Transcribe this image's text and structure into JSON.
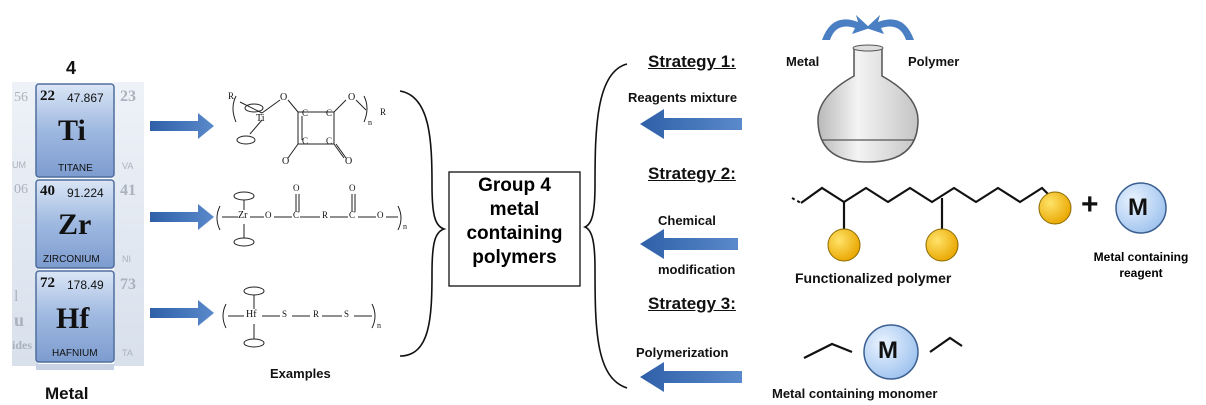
{
  "periodic_table": {
    "group_number": "4",
    "neighbors_left": [
      "56",
      "06",
      "l",
      "u",
      "ides",
      "UM"
    ],
    "neighbors_right": [
      "23",
      "41",
      "73",
      "VA",
      "NI",
      "TA"
    ],
    "elements": [
      {
        "number": "22",
        "mass": "47.867",
        "symbol": "Ti",
        "name": "TITANE"
      },
      {
        "number": "40",
        "mass": "91.224",
        "symbol": "Zr",
        "name": "ZIRCONIUM"
      },
      {
        "number": "72",
        "mass": "178.49",
        "symbol": "Hf",
        "name": "HAFNIUM"
      }
    ],
    "caption": "Metal"
  },
  "examples": {
    "caption": "Examples",
    "structure1": {
      "r": "R",
      "metal": "Ti",
      "o": "O",
      "c": "C"
    },
    "structure2": {
      "metal": "Zr",
      "o": "O",
      "c": "C",
      "r": "R"
    },
    "structure3": {
      "metal": "Hf",
      "s": "S",
      "r": "R"
    },
    "subscript": "n"
  },
  "center_box": {
    "lines": [
      "Group  4",
      "metal",
      "containing",
      "polymers"
    ]
  },
  "strategies": [
    {
      "title": "Strategy 1:",
      "arrow_label": "Reagents mixture",
      "metal_label": "Metal",
      "polymer_label": "Polymer"
    },
    {
      "title": "Strategy 2:",
      "arrow_label_top": "Chemical",
      "arrow_label_bottom": "modification",
      "polymer_caption": "Functionalized polymer",
      "plus": "+",
      "reagent_symbol": "M",
      "reagent_caption_1": "Metal containing",
      "reagent_caption_2": "reagent"
    },
    {
      "title": "Strategy 3:",
      "arrow_label": "Polymerization",
      "monomer_symbol": "M",
      "monomer_caption": "Metal containing monomer"
    }
  ],
  "colors": {
    "arrow": "#3b6eb4",
    "tile": "#9eb8e0",
    "bead": "#f2b705",
    "metal_ball": "#bcd6f5"
  }
}
